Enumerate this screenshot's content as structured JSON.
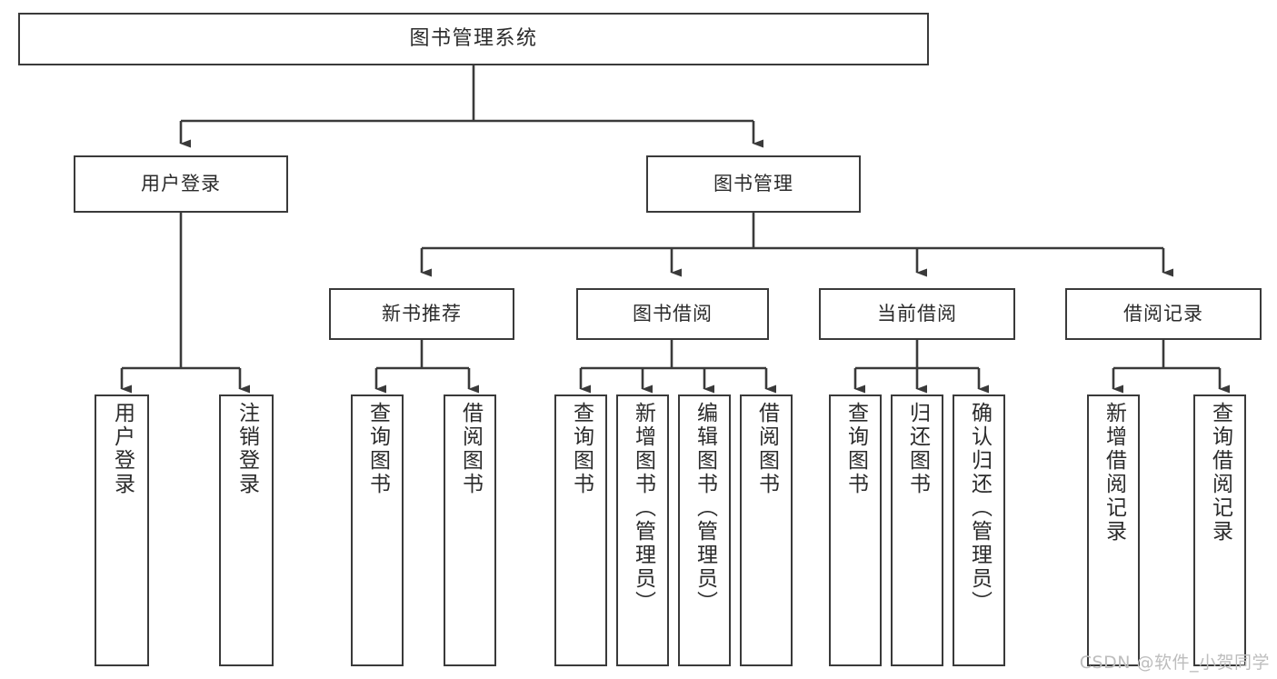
{
  "diagram": {
    "title": "图书管理系统",
    "watermark": "CSDN @软件_小贺同学",
    "colors": {
      "stroke": "#3a3a3a",
      "text": "#2b2b2b",
      "background": "#ffffff",
      "watermark": "#bdbdbd"
    },
    "levels": {
      "root": {
        "label": "图书管理系统"
      },
      "level2": [
        {
          "label": "用户登录"
        },
        {
          "label": "图书管理"
        }
      ],
      "level3": [
        {
          "label": "新书推荐"
        },
        {
          "label": "图书借阅"
        },
        {
          "label": "当前借阅"
        },
        {
          "label": "借阅记录"
        }
      ],
      "leaves": {
        "user_login": [
          {
            "label": "用户登录"
          },
          {
            "label": "注销登录"
          }
        ],
        "new_book": [
          {
            "label": "查询图书"
          },
          {
            "label": "借阅图书"
          }
        ],
        "book_borrow": [
          {
            "label": "查询图书"
          },
          {
            "label": "新增图书（管理员）"
          },
          {
            "label": "编辑图书（管理员）"
          },
          {
            "label": "借阅图书"
          }
        ],
        "current_borrow": [
          {
            "label": "查询图书"
          },
          {
            "label": "归还图书"
          },
          {
            "label": "确认归还（管理员）"
          }
        ],
        "borrow_record": [
          {
            "label": "新增借阅记录"
          },
          {
            "label": "查询借阅记录"
          }
        ]
      }
    }
  }
}
